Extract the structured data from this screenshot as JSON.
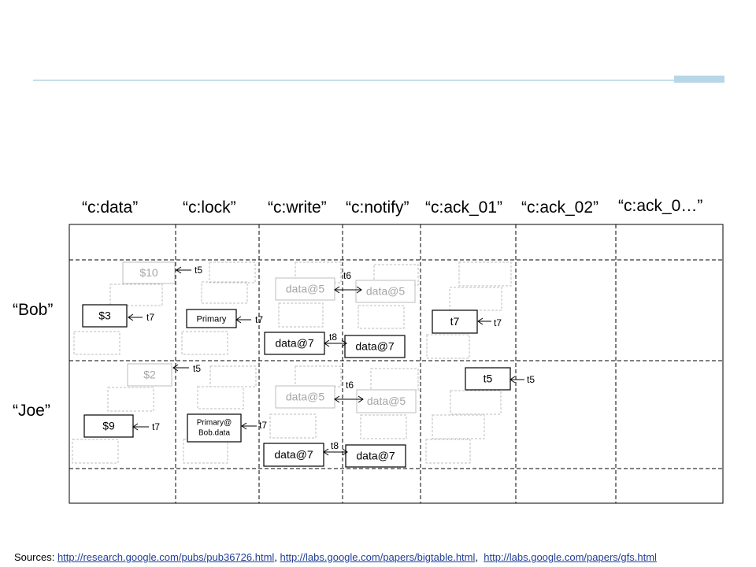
{
  "columns": [
    "“c:data”",
    "“c:lock”",
    "“c:write”",
    "“c:notify”",
    "“c:ack_01”",
    "“c:ack_02”",
    "“c:ack_0…”"
  ],
  "rows": [
    "“Bob”",
    "“Joe”"
  ],
  "colors": {
    "grid": "#000000",
    "active_box_border": "#000000",
    "faded_text": "#a6a6a6",
    "faded_border": "#bdbdbd",
    "header_accent": "#b7d7e6",
    "link": "#1f3f99"
  },
  "cells": {
    "bob_data_old": "$10",
    "bob_data_old_ts": "t5",
    "bob_data_new": "$3",
    "bob_data_new_ts": "t7",
    "bob_lock": "Primary",
    "bob_lock_ts": "t7",
    "bob_write_old": "data@5",
    "bob_write_old_ts": "t6",
    "bob_notify_old": "data@5",
    "bob_write_new": "data@7",
    "bob_write_new_ts": "t8",
    "bob_notify_new": "data@7",
    "bob_ack": "t7",
    "bob_ack_ts": "t7",
    "joe_data_old": "$2",
    "joe_data_old_ts": "t5",
    "joe_data_new": "$9",
    "joe_data_new_ts": "t7",
    "joe_lock_line1": "Primary@",
    "joe_lock_line2": "Bob.data",
    "joe_lock_ts": "t7",
    "joe_write_old": "data@5",
    "joe_write_old_ts": "t6",
    "joe_notify_old": "data@5",
    "joe_write_new": "data@7",
    "joe_write_new_ts": "t8",
    "joe_notify_new": "data@7",
    "joe_ack": "t5",
    "joe_ack_ts": "t5"
  },
  "sources": {
    "label": "Sources:",
    "links": [
      "http://research.google.com/pubs/pub36726.html",
      "http://labs.google.com/papers/bigtable.html",
      "http://labs.google.com/papers/gfs.html"
    ]
  }
}
